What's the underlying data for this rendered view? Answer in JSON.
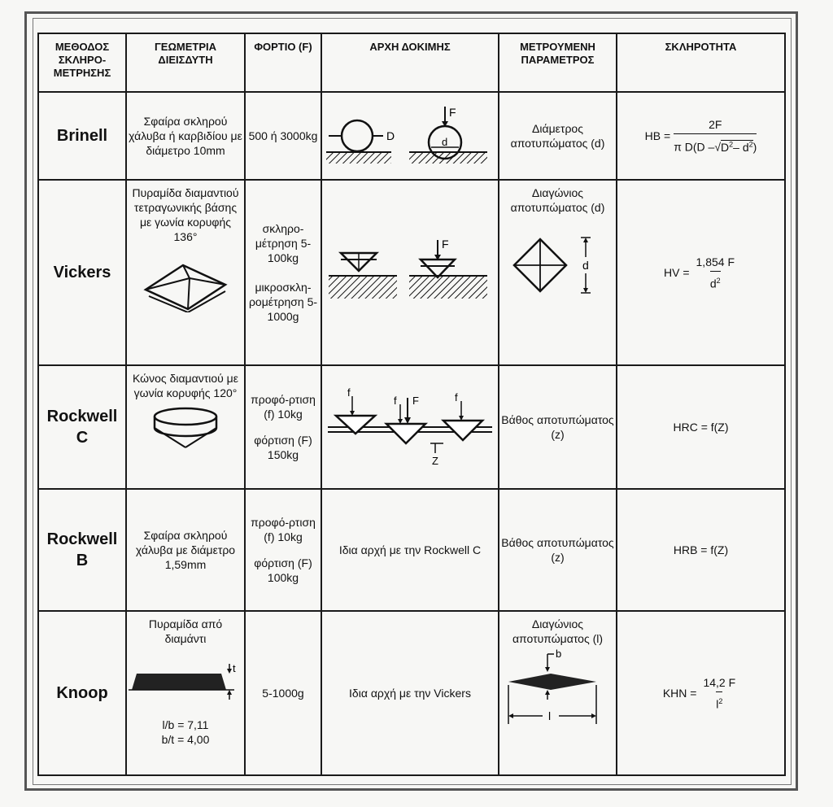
{
  "headers": [
    "ΜΕΘΟΔΟΣ ΣΚΛΗΡΟ-ΜΕΤΡΗΣΗΣ",
    "ΓΕΩΜΕΤΡΙΑ ΔΙΕΙΣΔΥΤΗ",
    "ΦΟΡΤΙΟ (F)",
    "ΑΡΧΗ ΔΟΚΙΜΗΣ",
    "ΜΕΤΡΟΥΜΕΝΗ ΠΑΡΑΜΕΤΡΟΣ",
    "ΣΚΛΗΡΟΤΗΤΑ"
  ],
  "rows": {
    "brinell": {
      "method": "Brinell",
      "geometry": "Σφαίρα σκληρού χάλυβα ή καρβιδίου με διάμετρο 10mm",
      "load": "500 ή 3000kg",
      "diagram_labels": {
        "D": "D",
        "F": "F",
        "d": "d"
      },
      "parameter": "Διάμετρος αποτυπώματος (d)",
      "formula_lhs": "HB =",
      "formula_num": "2F",
      "formula_den_a": "π D",
      "formula_den_b": "D –",
      "formula_den_c": "D",
      "formula_den_d": "– d"
    },
    "vickers": {
      "method": "Vickers",
      "geometry": "Πυραμίδα διαμαντιού τετραγωνικής βάσης με γωνία κορυφής 136°",
      "load_a": "σκληρο-μέτρηση 5-100kg",
      "load_b": "μικροσκλη-ρομέτρηση 5-1000g",
      "diagram_labels": {
        "F": "F",
        "d": "d"
      },
      "parameter": "Διαγώνιος αποτυπώματος (d)",
      "formula_lhs": "HV =",
      "formula_num": "1,854 F",
      "formula_den": "d"
    },
    "rockwell_c": {
      "method": "Rockwell C",
      "geometry": "Κώνος διαμαντιού με γωνία κορυφής 120°",
      "load_a": "προφό-ρτιση (f) 10kg",
      "load_b": "φόρτιση (F) 150kg",
      "diagram_labels": {
        "f": "f",
        "F": "F",
        "Z": "Z"
      },
      "parameter": "Βάθος αποτυπώματος (z)",
      "formula": "HRC = f(Z)"
    },
    "rockwell_b": {
      "method": "Rockwell B",
      "geometry": "Σφαίρα σκληρού χάλυβα με διάμετρο 1,59mm",
      "load_a": "προφό-ρτιση (f) 10kg",
      "load_b": "φόρτιση (F) 100kg",
      "principle": "Ιδια αρχή με την Rockwell C",
      "parameter": "Βάθος αποτυπώματος (z)",
      "formula": "HRB = f(Z)"
    },
    "knoop": {
      "method": "Knoop",
      "geometry": "Πυραμίδα από διαμάντι",
      "ratio_a": "l/b = 7,11",
      "ratio_b": "b/t = 4,00",
      "diagram_labels": {
        "t": "t",
        "b": "b",
        "l": "l"
      },
      "load": "5-1000g",
      "principle": "Ιδια αρχή με την Vickers",
      "parameter": "Διαγώνιος αποτυπώματος (l)",
      "formula_lhs": "KHN =",
      "formula_num": "14,2 F",
      "formula_den": "l"
    }
  }
}
